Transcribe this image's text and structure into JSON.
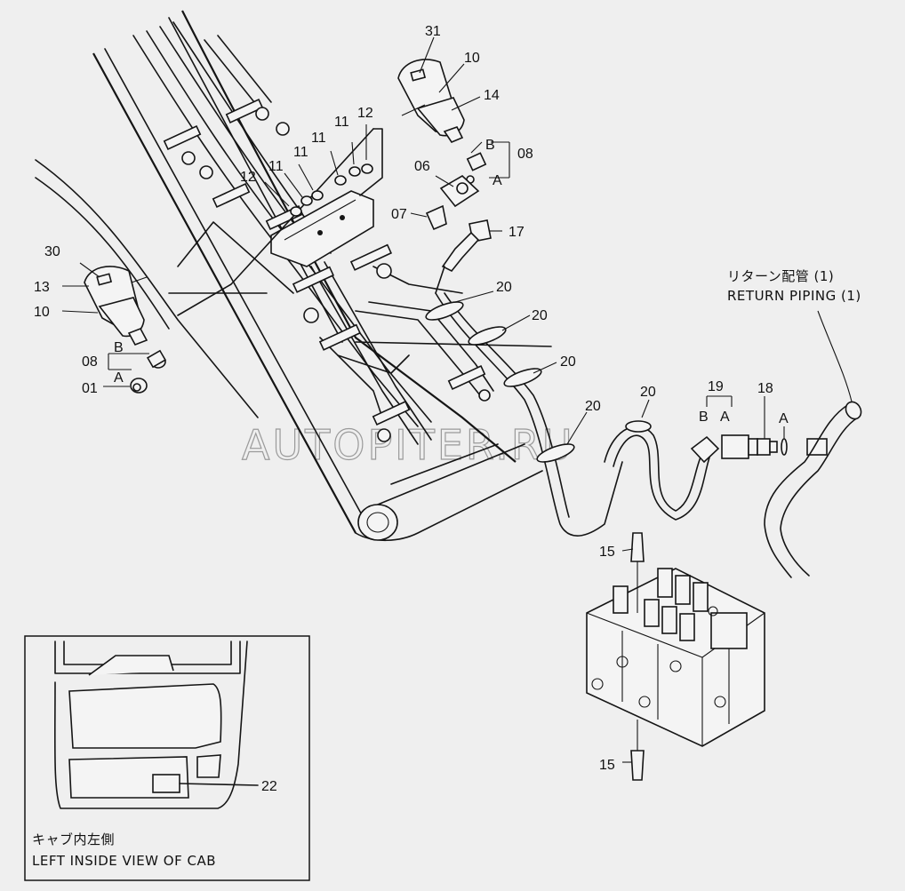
{
  "watermark": "AUTOPITER.RU",
  "return_piping": {
    "jp": "リターン配管 (1)",
    "en": "RETURN PIPING (1)"
  },
  "cab_view": {
    "jp": "キャブ内左側",
    "en": "LEFT INSIDE VIEW OF CAB"
  },
  "labels": {
    "p31": "31",
    "p10a": "10",
    "p14": "14",
    "p08a": "08",
    "pBa": "B",
    "pAa": "A",
    "p06": "06",
    "p07": "07",
    "p17": "17",
    "p11a": "11",
    "p11b": "11",
    "p11c": "11",
    "p12a": "12",
    "p12b": "12",
    "p30": "30",
    "p13": "13",
    "p10b": "10",
    "pBb": "B",
    "p08b": "08",
    "pAb": "A",
    "p01": "01",
    "p20a": "20",
    "p20b": "20",
    "p20c": "20",
    "p20d": "20",
    "p20e": "20",
    "p19": "19",
    "pBc": "B",
    "pAc": "A",
    "p18": "18",
    "pAd": "A",
    "p15a": "15",
    "p15b": "15",
    "p22": "22"
  }
}
